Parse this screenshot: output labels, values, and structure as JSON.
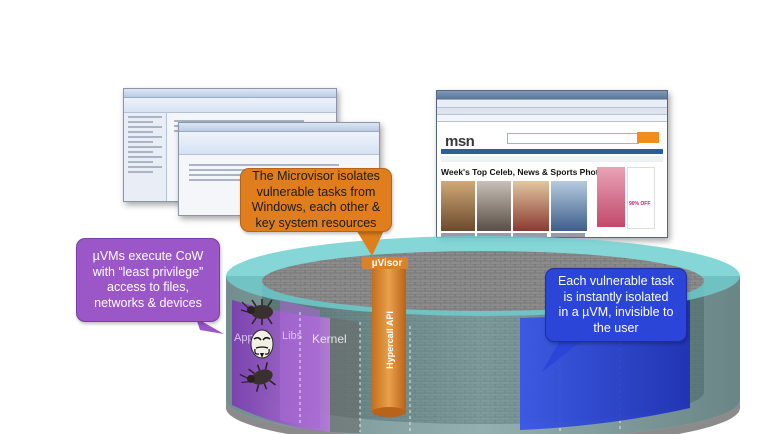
{
  "callouts": {
    "microvisor": "The Microvisor isolates\nvulnerable tasks from\nWindows, each other &\nkey system resources",
    "uvms": "µVMs execute CoW\nwith “least privilege”\naccess to files,\nnetworks & devices",
    "isolation": "Each vulnerable task\nis instantly isolated\nin a µVM, invisible to\nthe user"
  },
  "cylinder": {
    "top_label": "µVisor",
    "core_label": "Hypercall API",
    "apps_label": "Apps",
    "libs_label": "Libs",
    "kernel_label": "Kernel"
  },
  "screenshots": {
    "browser_logo": "msn",
    "browser_headline": "Week's Top Celeb, News & Sports Photos",
    "browser_ad": "90% OFF"
  },
  "colors": {
    "orange": "#e07e1e",
    "purple": "#9b57c7",
    "blue": "#2a45d8",
    "teal": "#5fc2c2",
    "core": "#d9822b"
  },
  "icons": [
    "bug-icon",
    "mask-icon",
    "bug-icon"
  ]
}
